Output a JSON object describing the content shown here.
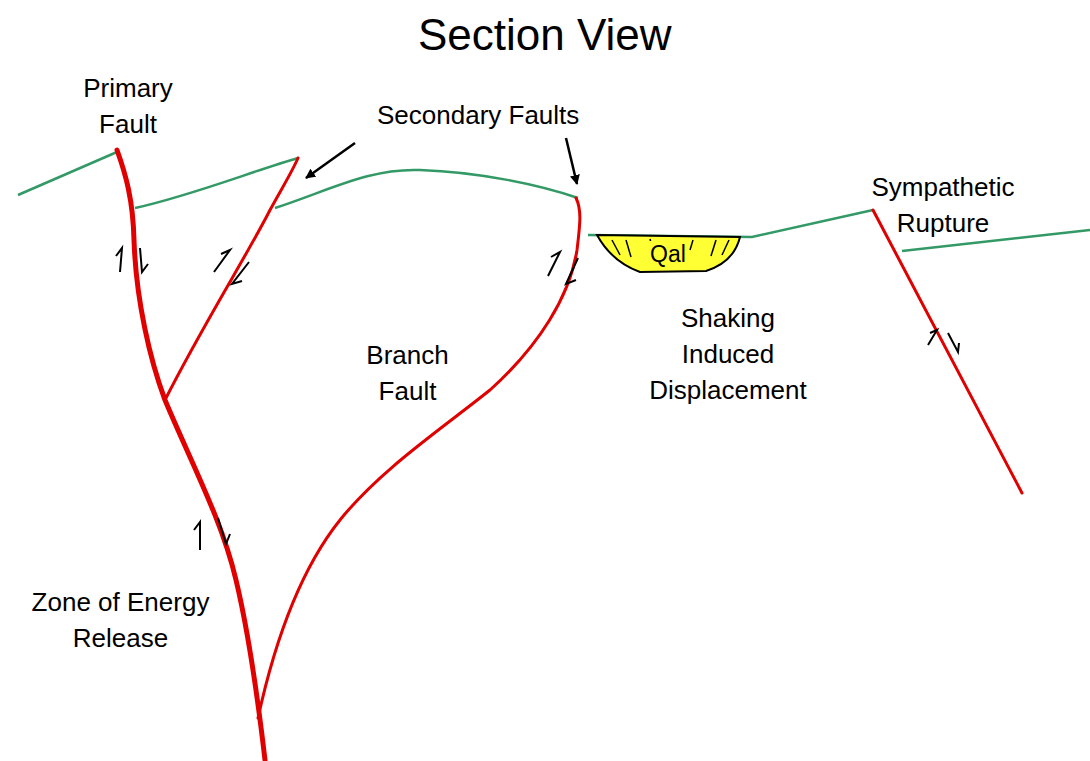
{
  "diagram": {
    "title": "Section View",
    "nodes": [
      {
        "text": [
          "Qal"
        ]
      }
    ],
    "labels": [
      "Primary Fault",
      "Secondary Faults",
      "Sympathetic Rupture",
      "Branch Fault",
      "Shaking Induced Displacement",
      "Zone of Energy Release"
    ]
  }
}
